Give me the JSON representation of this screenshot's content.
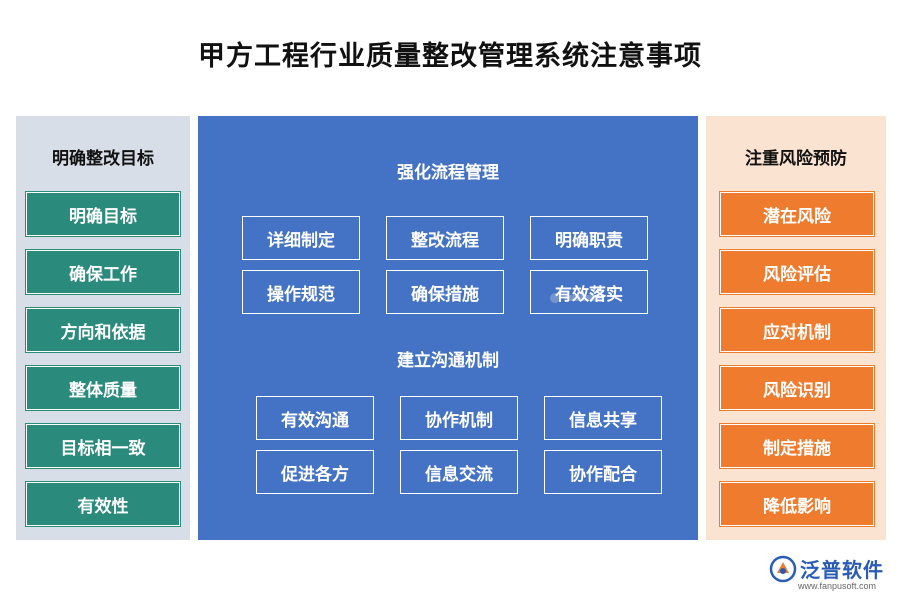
{
  "title": "甲方工程行业质量整改管理系统注意事项",
  "left": {
    "heading": "明确整改目标",
    "items": [
      "明确目标",
      "确保工作",
      "方向和依据",
      "整体质量",
      "目标相一致",
      "有效性"
    ]
  },
  "center": {
    "section1": {
      "heading": "强化流程管理",
      "items": [
        "详细制定",
        "整改流程",
        "明确职责",
        "操作规范",
        "确保措施",
        "有效落实"
      ]
    },
    "section2": {
      "heading": "建立沟通机制",
      "items": [
        "有效沟通",
        "协作机制",
        "信息共享",
        "促进各方",
        "信息交流",
        "协作配合"
      ]
    }
  },
  "right": {
    "heading": "注重风险预防",
    "items": [
      "潜在风险",
      "风险评估",
      "应对机制",
      "风险识别",
      "制定措施",
      "降低影响"
    ]
  },
  "brand": {
    "name": "泛普软件",
    "url": "www.fanpusoft.com"
  },
  "colors": {
    "center": "#4472c4",
    "teal": "#2a8a7c",
    "orange": "#ee7b2e",
    "left_bg": "#d8dee8",
    "right_bg": "#fbe3d2"
  }
}
